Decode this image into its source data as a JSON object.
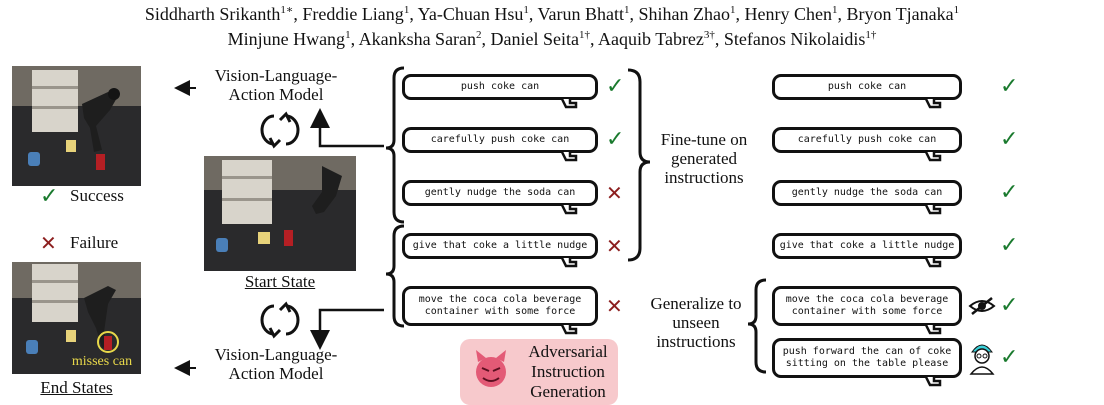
{
  "authors": {
    "line1": [
      {
        "name": "Siddharth Srikanth",
        "sup": "1∗"
      },
      {
        "name": "Freddie Liang",
        "sup": "1"
      },
      {
        "name": "Ya-Chuan Hsu",
        "sup": "1"
      },
      {
        "name": "Varun Bhatt",
        "sup": "1"
      },
      {
        "name": "Shihan Zhao",
        "sup": "1"
      },
      {
        "name": "Henry Chen",
        "sup": "1"
      },
      {
        "name": "Bryon Tjanaka",
        "sup": "1"
      }
    ],
    "line2": [
      {
        "name": "Minjune Hwang",
        "sup": "1"
      },
      {
        "name": "Akanksha Saran",
        "sup": "2"
      },
      {
        "name": "Daniel Seita",
        "sup": "1†"
      },
      {
        "name": "Aaquib Tabrez",
        "sup": "3†"
      },
      {
        "name": "Stefanos Nikolaidis",
        "sup": "1†"
      }
    ]
  },
  "labels": {
    "vla_top": "Vision-Language-Action Model",
    "vla_bottom": "Vision-Language-Action Model",
    "success": "Success",
    "failure": "Failure",
    "start_state": "Start State",
    "end_states": "End States",
    "misses_can": "misses can",
    "fine_tune": "Fine-tune on generated instructions",
    "generalize": "Generalize to unseen instructions",
    "adversarial": "Adversarial Instruction Generation"
  },
  "left_instructions": [
    {
      "text": "push coke can",
      "result": "success"
    },
    {
      "text": "carefully push coke can",
      "result": "success"
    },
    {
      "text": "gently nudge the soda can",
      "result": "failure"
    },
    {
      "text": "give that coke a little nudge",
      "result": "failure"
    },
    {
      "text": "move the coca cola beverage container with some force",
      "result": "failure"
    }
  ],
  "right_instructions": [
    {
      "text": "push coke can",
      "result": "success",
      "badge": ""
    },
    {
      "text": "carefully push coke can",
      "result": "success",
      "badge": ""
    },
    {
      "text": "gently nudge the soda can",
      "result": "success",
      "badge": ""
    },
    {
      "text": "give that coke a little nudge",
      "result": "success",
      "badge": ""
    },
    {
      "text": "move the coca cola beverage container with some force",
      "result": "success",
      "badge": "eye-slash-icon"
    },
    {
      "text": "push forward the can of coke sitting on the table please",
      "result": "success",
      "badge": "person-icon"
    }
  ],
  "colors": {
    "success": "#1a7a2e",
    "failure": "#8c1e1e",
    "misses_can": "#e8d84a",
    "adversarial_bg": "#f7c9cc"
  }
}
